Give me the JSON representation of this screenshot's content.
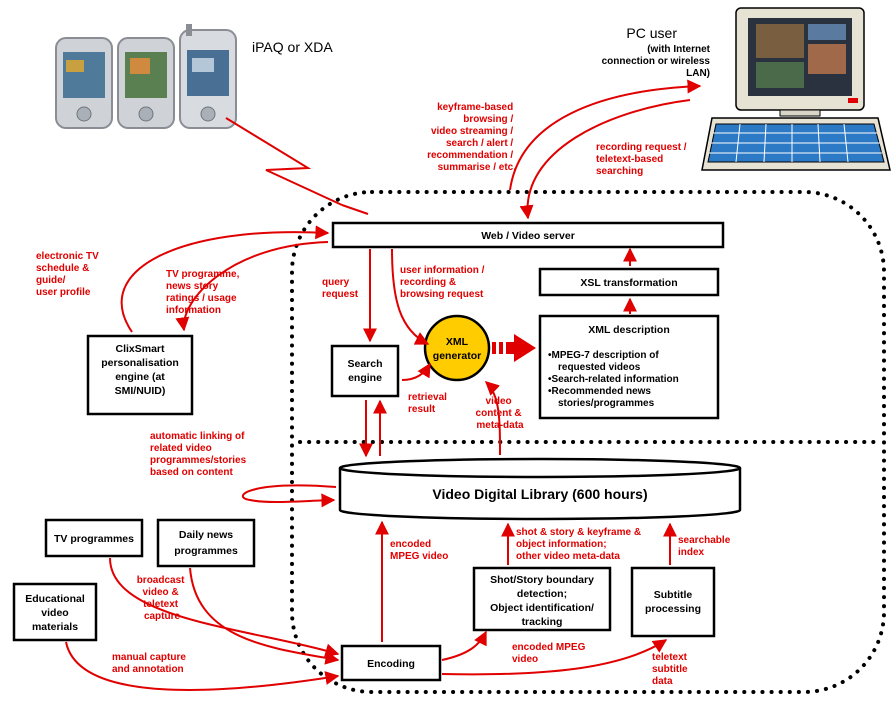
{
  "devices": {
    "pda_label": "iPAQ or XDA",
    "pc_title": "PC user",
    "pc_sub": [
      "(with Internet",
      "connection or wireless",
      "LAN)"
    ]
  },
  "boxes": {
    "web_server": "Web / Video server",
    "xsl": "XSL transformation",
    "xml_desc_title": "XML description",
    "xml_desc_items": [
      "•MPEG-7 description of",
      "requested videos",
      "•Search-related information",
      "•Recommended news",
      "stories/programmes"
    ],
    "clixsmart": [
      "ClixSmart",
      "personalisation",
      "engine (at",
      "SMI/NUID)"
    ],
    "search_engine": [
      "Search",
      "engine"
    ],
    "xml_generator": [
      "XML",
      "generator"
    ],
    "library": "Video Digital Library (600 hours)",
    "tv_programmes": "TV programmes",
    "daily_news": [
      "Daily news",
      "programmes"
    ],
    "educational": [
      "Educational",
      "video",
      "materials"
    ],
    "shot_story": [
      "Shot/Story  boundary",
      "detection;",
      "Object identification/",
      "tracking"
    ],
    "subtitle": [
      "Subtitle",
      "processing"
    ],
    "encoding": "Encoding"
  },
  "labels": {
    "keyframe": [
      "keyframe-based",
      "browsing /",
      "video streaming /",
      "search / alert /",
      "recommendation /",
      "summarise / etc."
    ],
    "recording_request": [
      "recording request /",
      "teletext-based",
      "searching"
    ],
    "electronic_tv": [
      "electronic TV",
      "schedule &",
      "guide/",
      "user profile"
    ],
    "tv_programme_ratings": [
      "TV programme,",
      "news story",
      "ratings / usage",
      "information"
    ],
    "query_request": [
      "query",
      "request"
    ],
    "user_info": [
      "user information /",
      "recording &",
      "browsing request"
    ],
    "retrieval": [
      "retrieval",
      "result"
    ],
    "video_content": [
      "video",
      "content &",
      "meta-data"
    ],
    "auto_linking": [
      "automatic linking of",
      "related video",
      "programmes/stories",
      "based on content"
    ],
    "encoded_mpeg_video": [
      "encoded",
      "MPEG video"
    ],
    "shot_info": [
      "shot & story & keyframe &",
      "object information;",
      "other video meta-data"
    ],
    "searchable_index": [
      "searchable",
      "index"
    ],
    "broadcast": [
      "broadcast",
      "video &",
      "teletext",
      "capture"
    ],
    "manual_capture": [
      "manual capture",
      "and annotation"
    ],
    "encoded_mpeg_2": [
      "encoded MPEG",
      "video"
    ],
    "teletext_subtitle": [
      "teletext",
      "subtitle",
      "data"
    ]
  },
  "colors": {
    "arrow": "#e00000",
    "generator_fill": "#ffcc00",
    "box_stroke": "#000000"
  }
}
